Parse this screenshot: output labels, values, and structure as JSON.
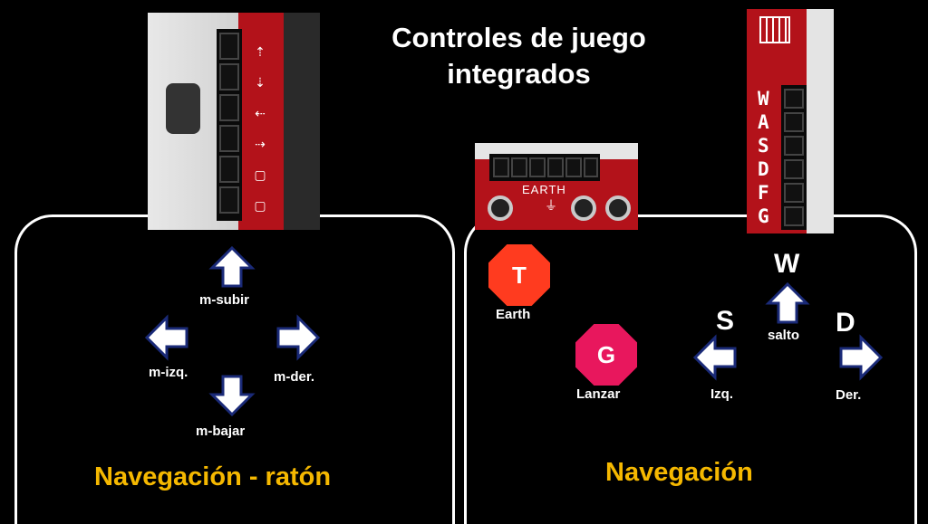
{
  "title": {
    "line1": "Controles de juego",
    "line2": "integrados"
  },
  "left_panel": {
    "heading": "Navegación - ratón",
    "labels": {
      "up": "m-subir",
      "left": "m-izq.",
      "right": "m-der.",
      "down": "m-bajar"
    }
  },
  "right_panel": {
    "heading": "Navegación",
    "earth": {
      "key": "T",
      "label": "Earth",
      "color": "#ff3b1f"
    },
    "throw": {
      "key": "G",
      "label": "Lanzar",
      "color": "#e8175d"
    },
    "keys": {
      "w": "W",
      "s": "S",
      "d": "D"
    },
    "labels": {
      "jump": "salto",
      "left": "Izq.",
      "right": "Der."
    }
  },
  "board_photos": {
    "center_silk": "EARTH",
    "right_silk": "WASDFG"
  },
  "colors": {
    "heading": "#f5b800",
    "arrow_fill": "#ffffff",
    "arrow_stroke": "#1a2a78",
    "board": "#b3121a"
  }
}
